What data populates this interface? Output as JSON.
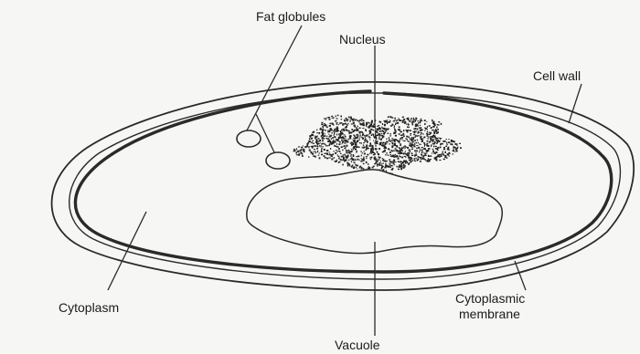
{
  "labels": {
    "fat_globules": "Fat globules",
    "nucleus": "Nucleus",
    "cell_wall": "Cell wall",
    "cytoplasm": "Cytoplasm",
    "cytoplasmic_membrane_line1": "Cytoplasmic",
    "cytoplasmic_membrane_line2": "membrane",
    "vacuole": "Vacuole"
  },
  "colors": {
    "background": "#f6f6f4",
    "ink": "#2a2a2a",
    "nucleus_stipple": "#222222"
  }
}
